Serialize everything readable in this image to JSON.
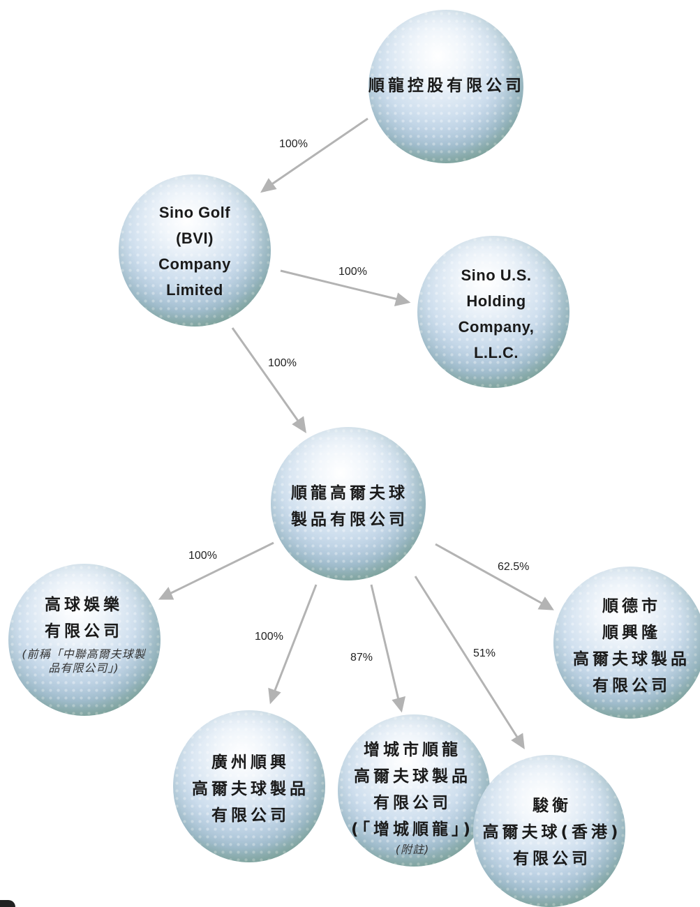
{
  "accent": "#b3b3b3",
  "nodes": {
    "parent": [
      "順龍控股有限公司"
    ],
    "bvi": [
      "Sino Golf",
      "(BVI)",
      "Company",
      "Limited"
    ],
    "us": [
      "Sino U.S.",
      "Holding",
      "Company,",
      "L.L.C."
    ],
    "golf_mfg": [
      "順龍高爾夫球",
      "製品有限公司"
    ],
    "entertainment": [
      "高球娛樂",
      "有限公司"
    ],
    "entertainment_note": [
      "(前稱「中聯高爾夫球製",
      "品有限公司」)"
    ],
    "guangzhou": [
      "廣州順興",
      "高爾夫球製品",
      "有限公司"
    ],
    "zengcheng": [
      "增城市順龍",
      "高爾夫球製品",
      "有限公司",
      "(「增城順龍」)"
    ],
    "zengcheng_note": "(附註)",
    "junheng": [
      "駿衡",
      "高爾夫球(香港)",
      "有限公司"
    ],
    "shunde": [
      "順德市",
      "順興隆",
      "高爾夫球製品",
      "有限公司"
    ]
  },
  "edges": {
    "parent_bvi": "100%",
    "bvi_us": "100%",
    "bvi_golf": "100%",
    "golf_entertainment": "100%",
    "golf_guangzhou": "100%",
    "golf_zengcheng": "87%",
    "golf_junheng": "51%",
    "golf_shunde": "62.5%"
  }
}
